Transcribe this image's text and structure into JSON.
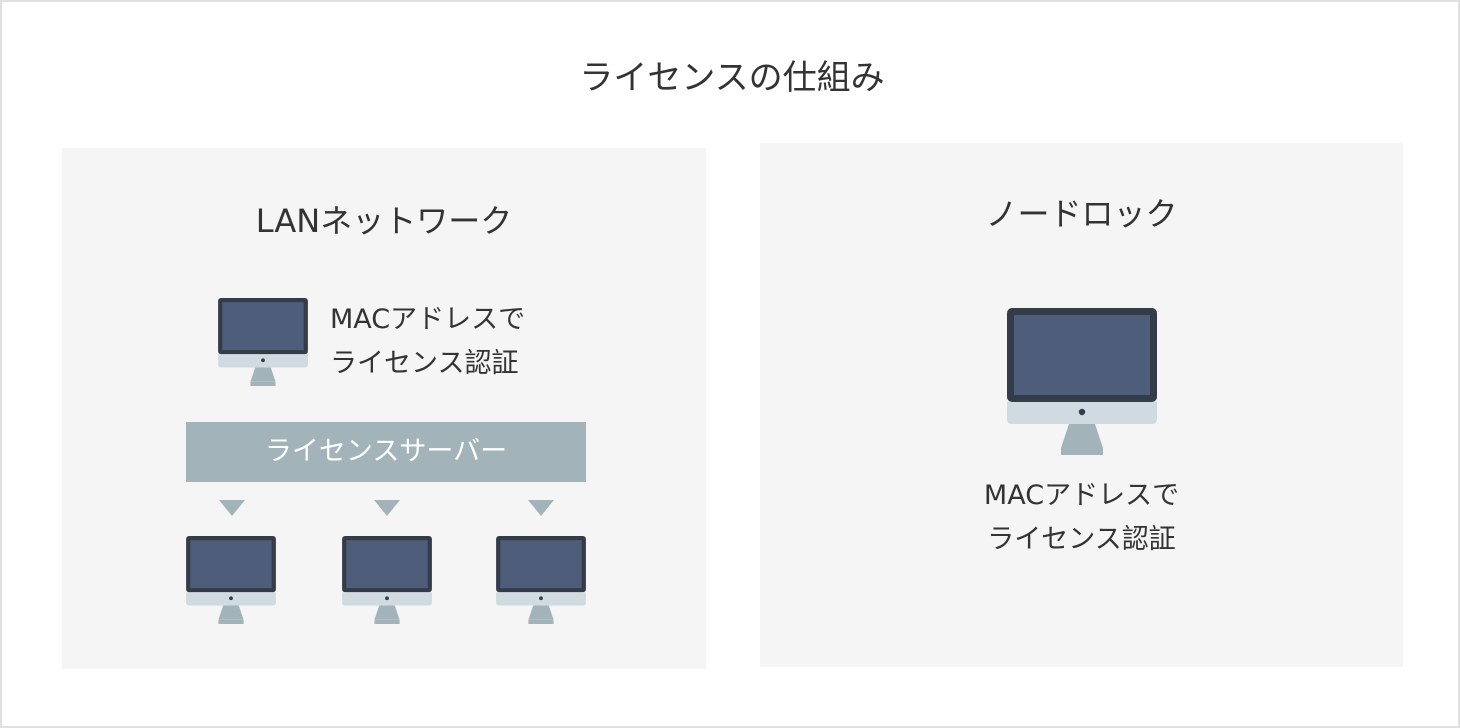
{
  "title": "ライセンスの仕組み",
  "lan_panel": {
    "title": "LANネットワーク",
    "note_lines": [
      "MACアドレスで",
      "ライセンス認証"
    ],
    "server_label": "ライセンスサーバー",
    "client_count": 3
  },
  "nodelock_panel": {
    "title": "ノードロック",
    "note_lines": [
      "MACアドレスで",
      "ライセンス認証"
    ]
  },
  "colors": {
    "panel_bg": "#f5f5f5",
    "monitor_frame": "#343c4a",
    "monitor_screen": "#4d5d7a",
    "monitor_chin": "#cfdbe0",
    "monitor_stand": "#a2b4b9",
    "server_box": "#a2b4b9",
    "text": "#333333"
  }
}
